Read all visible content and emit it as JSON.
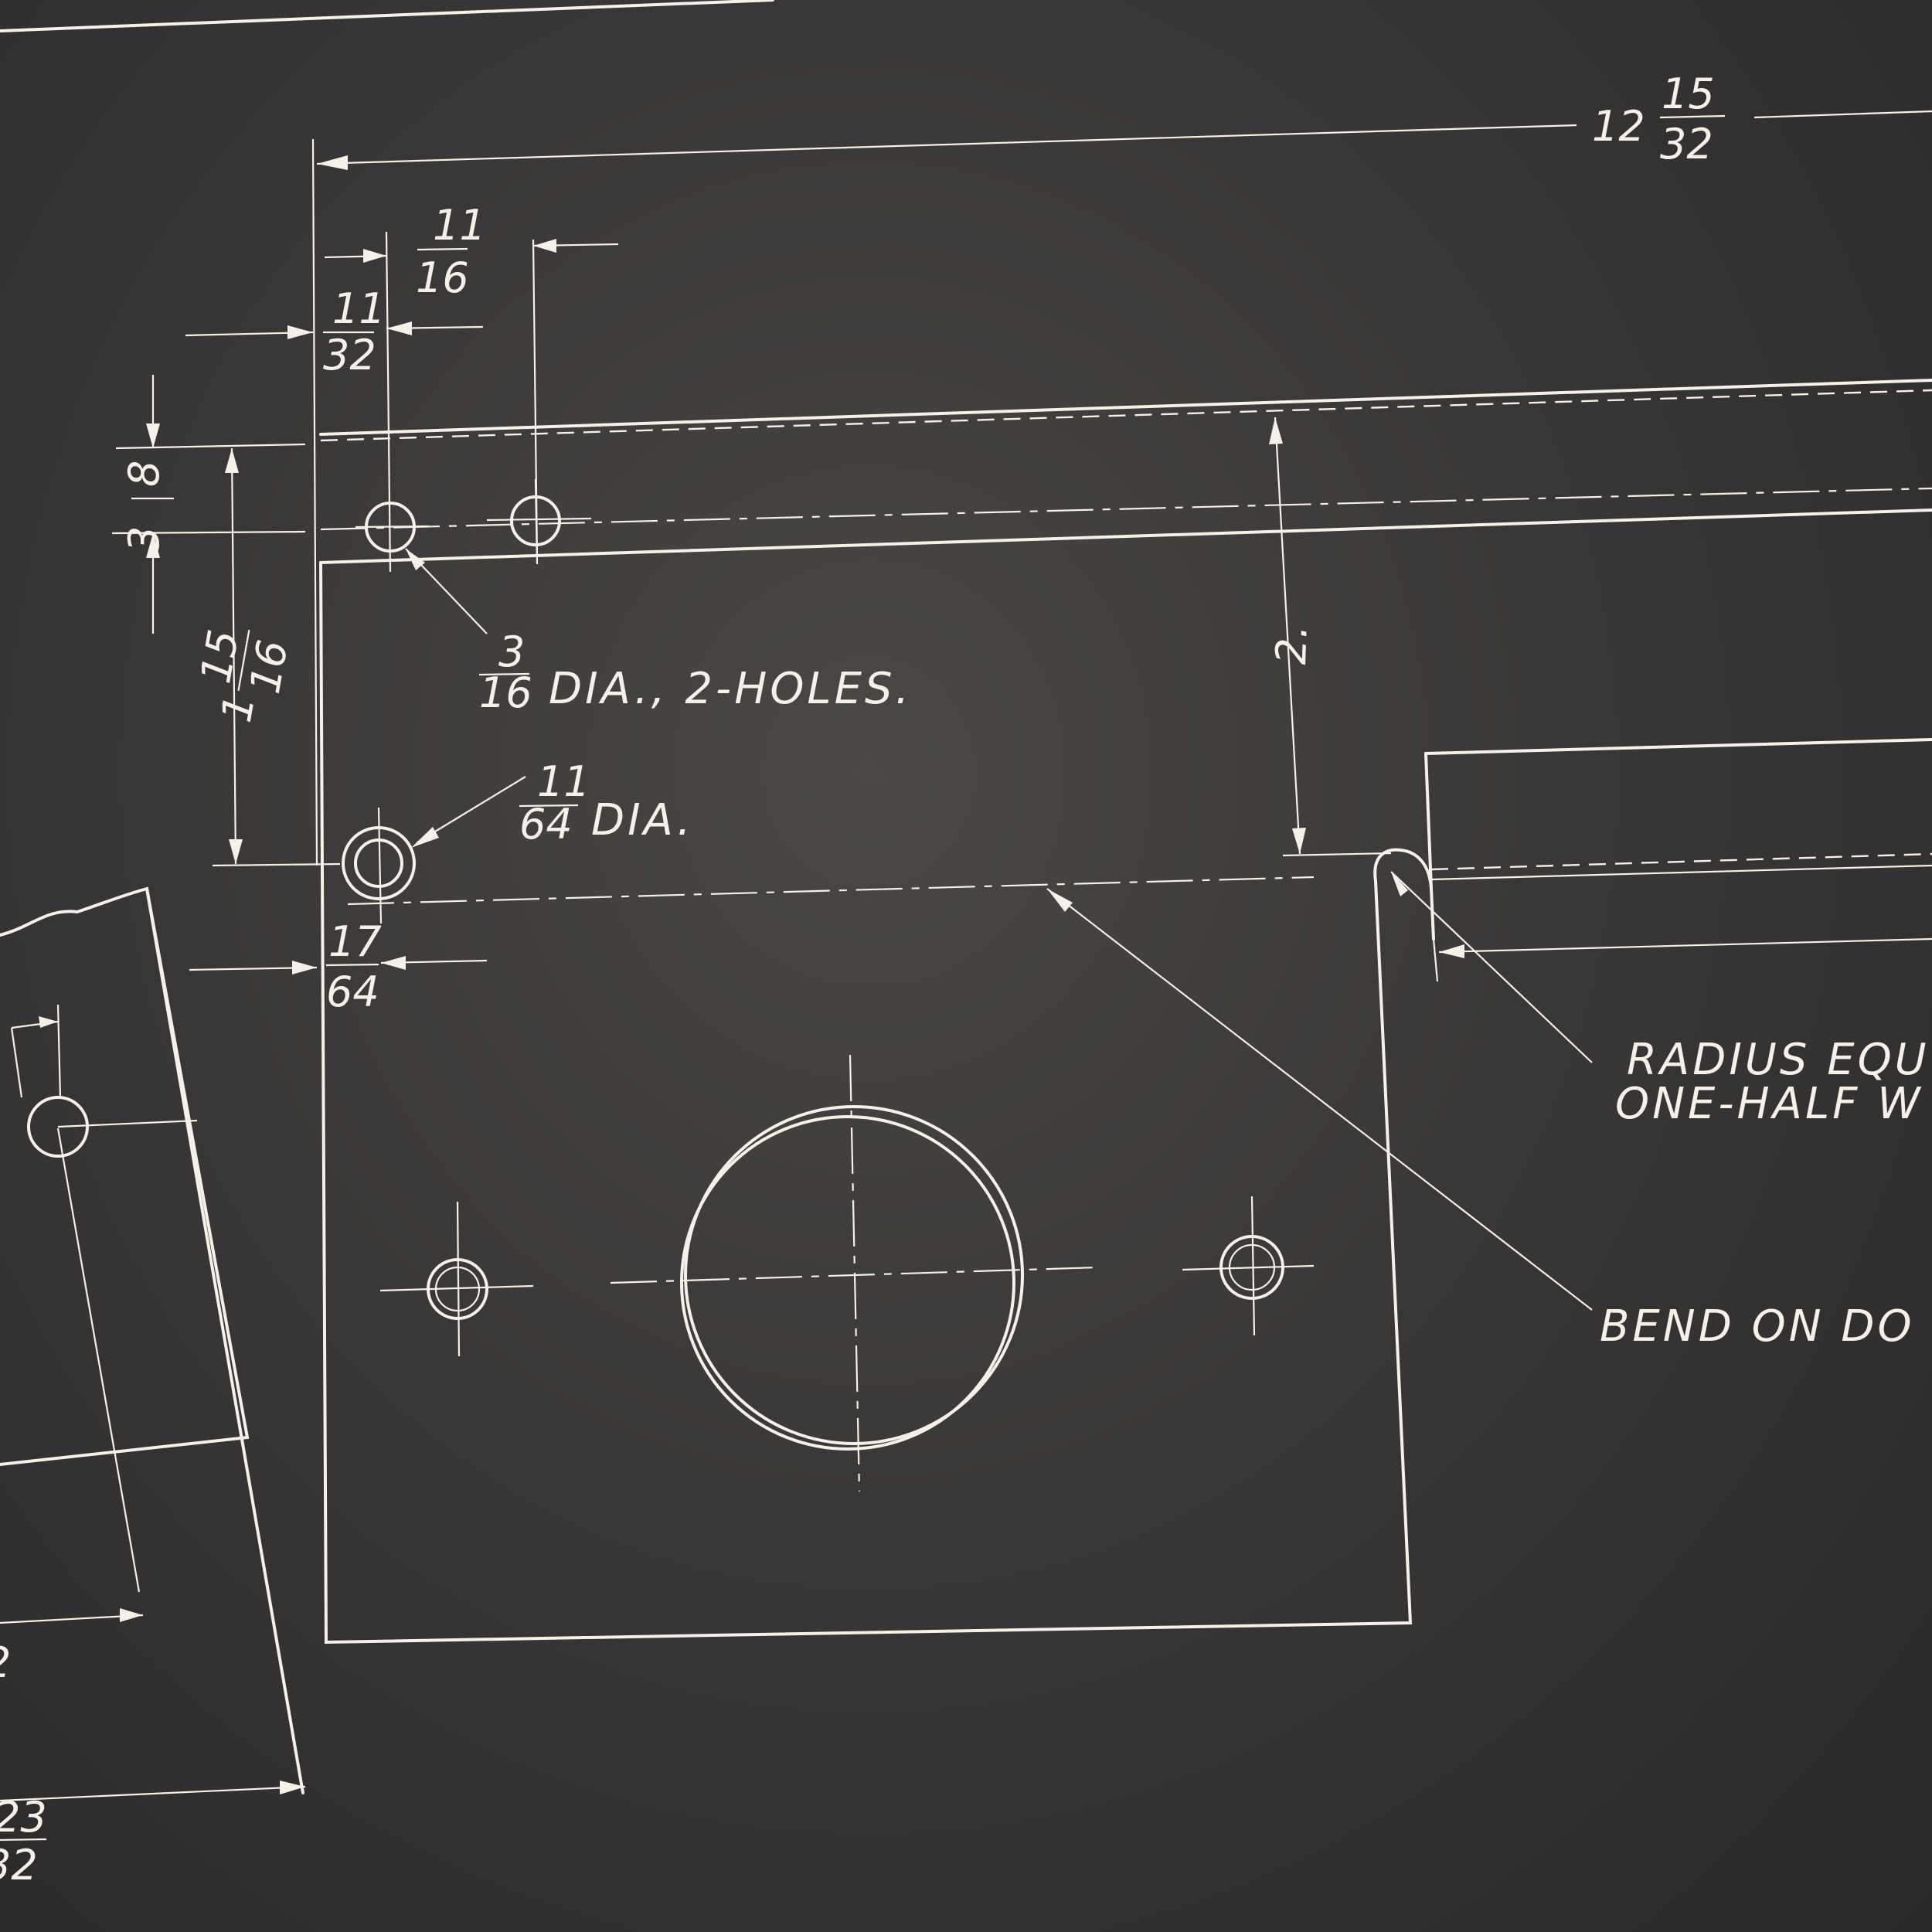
{
  "title": "",
  "dimensions": {
    "overall_whole": "12",
    "overall_num": "15",
    "overall_den": "32",
    "hole_spacing_num": "11",
    "hole_spacing_den": "16",
    "edge_offset_num": "11",
    "edge_offset_den": "32",
    "top_margin_num": "3",
    "top_margin_den": "8",
    "height_whole": "1",
    "height_num": "15",
    "height_den": "16",
    "flange_height": "2.",
    "bottom_offset_num": "17",
    "bottom_offset_den": "64",
    "left_part_den": "2",
    "left_bottom_num": "23",
    "left_bottom_den": "32"
  },
  "notes": {
    "holes_two_num": "3",
    "holes_two_den": "16",
    "holes_two_text": "DIA., 2-HOLES.",
    "hole_small_num": "11",
    "hole_small_den": "64",
    "hole_small_text": "DIA.",
    "radius_line1": "RADIUS EQU",
    "radius_line2": "ONE-HALF W",
    "bend_note": "BEND ON DO"
  }
}
